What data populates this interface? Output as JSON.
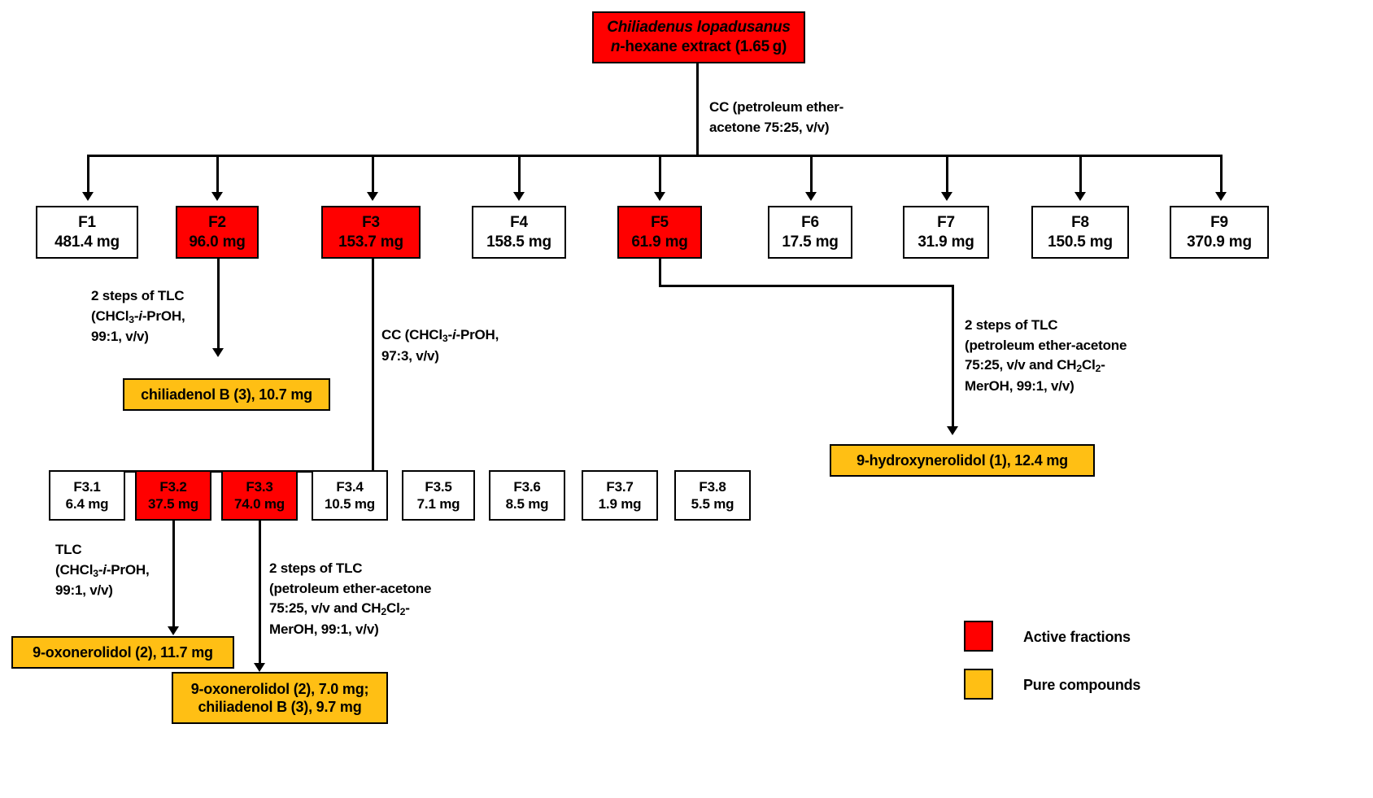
{
  "title_box": {
    "species": "Chiliadenus lopadusanus",
    "extract": "n-hexane extract (1.65 g)",
    "color": "#FF0000"
  },
  "colors": {
    "active_fraction": "#FF0000",
    "pure_compound": "#FFBF14",
    "inactive_fraction": "#FFFFFF",
    "stroke": "#000000"
  },
  "steps": {
    "cc_main_l1": "CC (petroleum ether-",
    "cc_main_l2": "acetone 75:25, v/v)",
    "f1_tlc_l1": "2 steps of TLC",
    "f1_tlc_l2": "(CHCl3-i-PrOH,",
    "f1_tlc_l3": "99:1, v/v)",
    "f3_cc_l1": "CC (CHCl3-i-PrOH,",
    "f3_cc_l2": "97:3, v/v)",
    "f5_tlc_l1": "2 steps of TLC",
    "f5_tlc_l2": "(petroleum ether-acetone",
    "f5_tlc_l3": "75:25, v/v and CH2Cl2-",
    "f5_tlc_l4": "MerOH, 99:1, v/v)",
    "f32_tlc_l1": "TLC",
    "f32_tlc_l2": "(CHCl3-i-PrOH,",
    "f32_tlc_l3": "99:1, v/v)",
    "f33_tlc_l1": "2 steps of TLC",
    "f33_tlc_l2": "(petroleum ether-acetone",
    "f33_tlc_l3": "75:25, v/v and CH2Cl2-",
    "f33_tlc_l4": "MerOH, 99:1, v/v)"
  },
  "fractions": [
    {
      "id": "F1",
      "mass": "481.4 mg",
      "active": false
    },
    {
      "id": "F2",
      "mass": "96.0 mg",
      "active": true
    },
    {
      "id": "F3",
      "mass": "153.7 mg",
      "active": true
    },
    {
      "id": "F4",
      "mass": "158.5 mg",
      "active": false
    },
    {
      "id": "F5",
      "mass": "61.9 mg",
      "active": true
    },
    {
      "id": "F6",
      "mass": "17.5 mg",
      "active": false
    },
    {
      "id": "F7",
      "mass": "31.9 mg",
      "active": false
    },
    {
      "id": "F8",
      "mass": "150.5 mg",
      "active": false
    },
    {
      "id": "F9",
      "mass": "370.9 mg",
      "active": false
    }
  ],
  "subfractions": [
    {
      "id": "F3.1",
      "mass": "6.4 mg",
      "active": false
    },
    {
      "id": "F3.2",
      "mass": "37.5 mg",
      "active": true
    },
    {
      "id": "F3.3",
      "mass": "74.0 mg",
      "active": true
    },
    {
      "id": "F3.4",
      "mass": "10.5 mg",
      "active": false
    },
    {
      "id": "F3.5",
      "mass": "7.1 mg",
      "active": false
    },
    {
      "id": "F3.6",
      "mass": "8.5 mg",
      "active": false
    },
    {
      "id": "F3.7",
      "mass": "1.9 mg",
      "active": false
    },
    {
      "id": "F3.8",
      "mass": "5.5 mg",
      "active": false
    }
  ],
  "compounds": {
    "chiliadenol_b_f2": "chiliadenol B (3), 10.7 mg",
    "hydroxynerolidol_f5": "9-hydroxynerolidol (1), 12.4 mg",
    "oxonerolidol_f32": "9-oxonerolidol (2), 11.7 mg",
    "mixed_f33_l1": "9-oxonerolidol (2), 7.0 mg;",
    "mixed_f33_l2": "chiliadenol B (3), 9.7 mg"
  },
  "legend": {
    "active_label": "Active fractions",
    "pure_label": "Pure compounds"
  }
}
